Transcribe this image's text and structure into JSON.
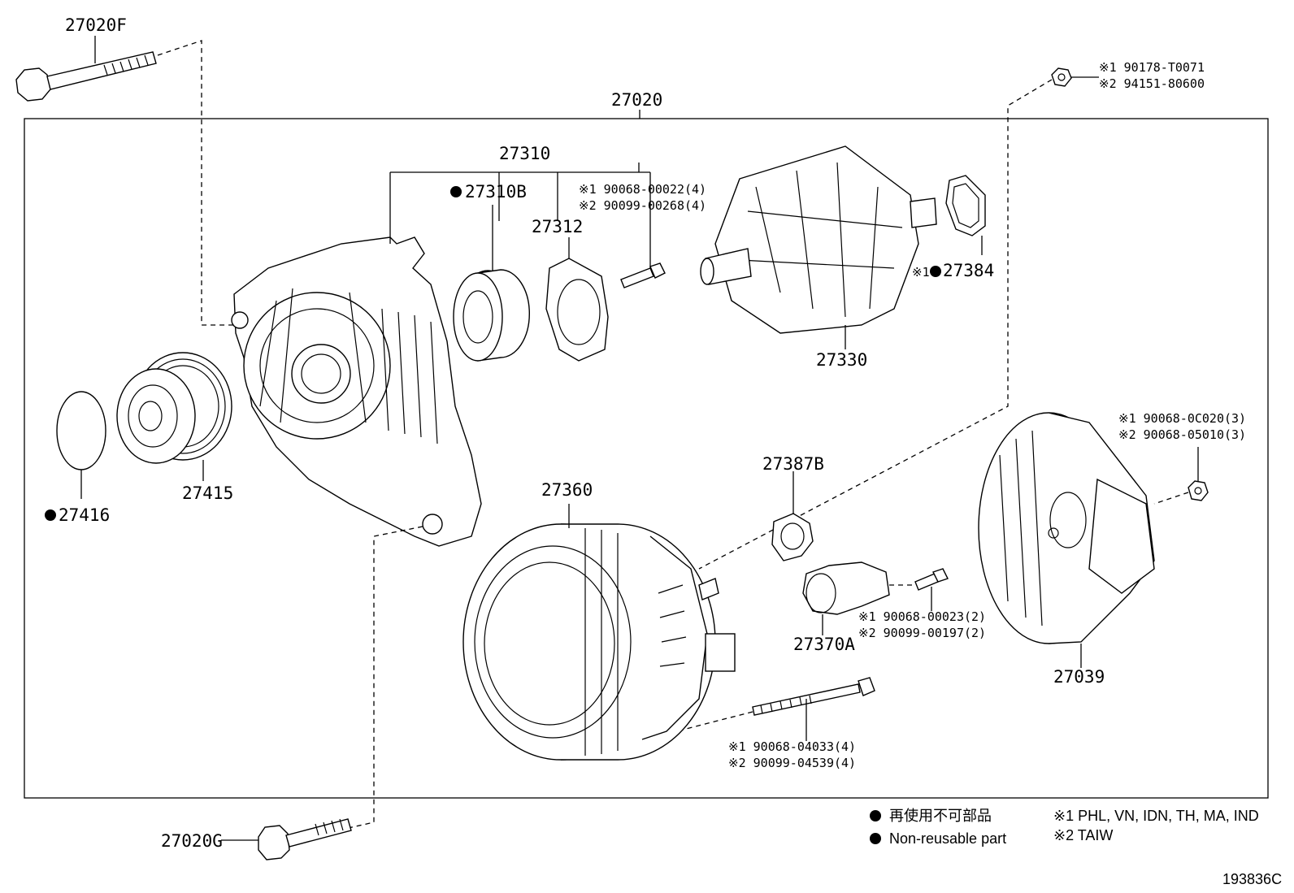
{
  "labels": {
    "p27020F": "27020F",
    "p27020": "27020",
    "p27310": "27310",
    "p27310B": "27310B",
    "p27312": "27312",
    "p27330": "27330",
    "p27384": "27384",
    "p27384_prefix": "※1",
    "p27415": "27415",
    "p27416": "27416",
    "p27360": "27360",
    "p27387B": "27387B",
    "p27370A": "27370A",
    "p27039": "27039",
    "p27020G": "27020G"
  },
  "notes": {
    "nut_top_1": "※1 90178-T0071",
    "nut_top_2": "※2 94151-80600",
    "bolt_27312_1": "※1 90068-00022(4)",
    "bolt_27312_2": "※2 90099-00268(4)",
    "nut_27039_1": "※1 90068-0C020(3)",
    "nut_27039_2": "※2 90068-05010(3)",
    "bolt_27370_1": "※1 90068-00023(2)",
    "bolt_27370_2": "※2 90099-00197(2)",
    "bolt_long_1": "※1 90068-04033(4)",
    "bolt_long_2": "※2 90099-04539(4)"
  },
  "legend": {
    "non_reusable_jp": "再使用不可部品",
    "non_reusable_en": "Non-reusable part",
    "region_1": "※1 PHL, VN, IDN, TH, MA, IND",
    "region_2": "※2 TAIW"
  },
  "diagram_id": "193836C"
}
